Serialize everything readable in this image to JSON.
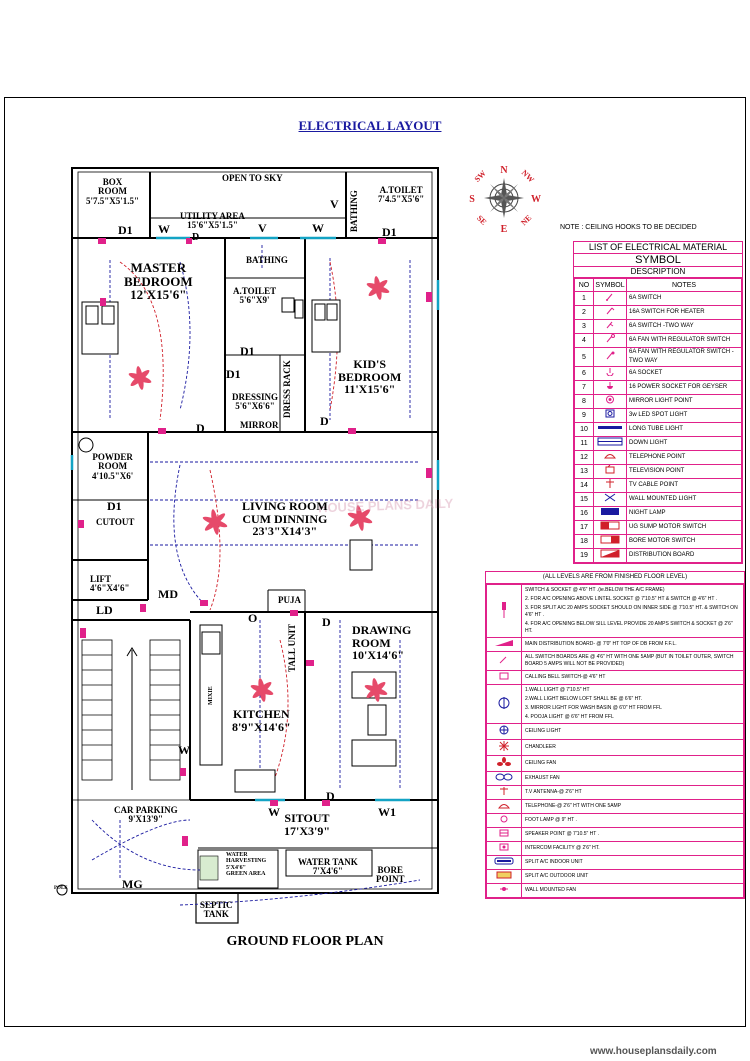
{
  "title": "ELECTRICAL LAYOUT",
  "footer_title": "GROUND FLOOR PLAN",
  "ceiling_note": "NOTE : CEILING HOOKS TO BE DECIDED",
  "compass": {
    "n": "N",
    "s": "S",
    "e": "E",
    "w": "W",
    "ne": "NE",
    "nw": "NW",
    "se": "SE",
    "sw": "SW"
  },
  "rooms": {
    "box_room": "BOX\nROOM\n5'7.5\"X5'1.5\"",
    "open_to_sky": "OPEN TO SKY",
    "utility_area": "UTILITY AREA\n15'6\"X5'1.5\"",
    "a_toilet_top": "A.TOILET\n7'4.5\"X5'6\"",
    "bathing_top": "BATHING",
    "bathing_mid": "BATHING",
    "master_bedroom": "MASTER\nBEDROOM\n12'X15'6\"",
    "a_toilet_mid": "A.TOILET\n5'6\"X9'",
    "kids_bedroom": "KID'S\nBEDROOM\n11'X15'6\"",
    "dressing": "DRESSING\n5'6\"X6'6\"",
    "dress_rack": "DRESS RACK",
    "mirror": "MIRROR",
    "powder_room": "POWDER\nROOM\n4'10.5\"X6'",
    "cutout": "CUTOUT",
    "living_room": "LIVING ROOM\nCUM DINNING\n23'3\"X14'3\"",
    "lift": "LIFT\n4'6\"X4'6\"",
    "puja": "PUJA",
    "drawing_room": "DRAWING\nROOM\n10'X14'6\"",
    "tall_unit": "TALL UNIT",
    "kitchen": "KITCHEN\n8'9\"X14'6\"",
    "mixie": "MIXIE",
    "car_parking": "CAR PARKING\n9'X13'9\"",
    "sitout": "SITOUT\n17'X3'9\"",
    "water_harvesting": "WATER\nHARVESTING\n5'X4'6\"\nGREEN AREA",
    "water_tank": "WATER TANK\n7'X4'6\"",
    "bore_point": "BORE\nPOINT",
    "septic_tank": "SEPTIC\nTANK",
    "main_gate_pole": "POLE"
  },
  "door_labels": {
    "d1_box": "D1",
    "w_util": "W",
    "d_util": "D",
    "v_util": "V",
    "w_util2": "W",
    "v_bath": "V",
    "d1_toilet": "D1",
    "d1_atoilet": "D1",
    "d1_dress": "D1",
    "d_master": "D",
    "d_kids": "D",
    "d_mirror": "D",
    "d1_powder": "D1",
    "md": "MD",
    "ld": "LD",
    "o": "O",
    "d_drawing": "D",
    "w_kitchen": "W",
    "d_sitout": "D",
    "w_sitout": "W",
    "w1_sitout": "W1",
    "mg": "MG"
  },
  "material_table": {
    "heading": "LIST OF ELECTRICAL MATERIAL",
    "symbol_heading": "SYMBOL",
    "description_heading": "DESCRIPTION",
    "col_no": "NO",
    "col_symbol": "SYMBOL",
    "col_notes": "NOTES",
    "rows": [
      {
        "no": "1",
        "note": "6A SWITCH"
      },
      {
        "no": "2",
        "note": "16A SWITCH FOR HEATER"
      },
      {
        "no": "3",
        "note": "6A SWITCH -TWO WAY"
      },
      {
        "no": "4",
        "note": "6A FAN WITH REGULATOR SWITCH"
      },
      {
        "no": "5",
        "note": "6A FAN WITH REGULATOR SWITCH - TWO WAY"
      },
      {
        "no": "6",
        "note": "6A SOCKET"
      },
      {
        "no": "7",
        "note": "16 POWER SOCKET FOR GEYSER"
      },
      {
        "no": "8",
        "note": "MIRROR LIGHT POINT"
      },
      {
        "no": "9",
        "note": "3w LED SPOT LIGHT"
      },
      {
        "no": "10",
        "note": "LONG TUBE LIGHT"
      },
      {
        "no": "11",
        "note": "DOWN LIGHT"
      },
      {
        "no": "12",
        "note": "TELEPHONE POINT"
      },
      {
        "no": "13",
        "note": "TELEVISION POINT"
      },
      {
        "no": "14",
        "note": "TV CABLE POINT"
      },
      {
        "no": "15",
        "note": "WALL MOUNTED LIGHT"
      },
      {
        "no": "16",
        "note": "NIGHT LAMP"
      },
      {
        "no": "17",
        "note": "UG SUMP MOTOR SWITCH"
      },
      {
        "no": "18",
        "note": "BORE MOTOR SWITCH"
      },
      {
        "no": "19",
        "note": "DISTRIBUTION BOARD"
      }
    ]
  },
  "levels_table": {
    "heading": "(ALL LEVELS ARE FROM FINISHED FLOOR LEVEL)",
    "rows": [
      {
        "lines": [
          "SWITCH & SOCKET @ 4'6\" HT .(ie.BELOW THE A/C FRAME)",
          "2. FOR A/C OPENING ABOVE LINTEL SOCKET @ 7'10.5\" HT & SWITCH @ 4'6\" HT .",
          "3. FOR SPLIT A/C 20 AMPS SOCKET SHOULD ON INNER SIDE @ 7'10.5\" HT. & SWITCH ON 4'6\" HT .",
          "4. FOR A/C OPENING BELOW SILL LEVEL PROVIDE 20 AMPS SWITCH & SOCKET @ 2'6\" HT."
        ]
      },
      {
        "lines": [
          "MAIN DISTRIBUTION BOARD- @ 7'0\" HT TOP OF DB FROM F.F.L."
        ]
      },
      {
        "lines": [
          "ALL SWITCH BOARDS ARE @ 4'6\" HT WITH ONE 5AMP (BUT IN TOILET OUTER, SWITCH BOARD 5 AMPS WILL NOT BE PROVIDED)"
        ]
      },
      {
        "lines": [
          "CALLING BELL SWITCH-@ 4'6\" HT"
        ]
      },
      {
        "lines": [
          "1.WALL LIGHT @ 7'10.5\" HT",
          "2.WALL LIGHT BELOW LOFT SHALL BE @ 6'6\" HT.",
          "3. MIRROR LIGHT FOR WASH BASIN @ 6'0\" HT FROM FFL",
          "4. POOJA LIGHT @ 6'6\" HT FROM FFL"
        ]
      },
      {
        "lines": [
          "CEILING LIGHT"
        ]
      },
      {
        "lines": [
          "CHANDLEER"
        ]
      },
      {
        "lines": [
          "CEILING FAN"
        ]
      },
      {
        "lines": [
          "EXHAUST FAN"
        ]
      },
      {
        "lines": [
          "T.V ANTENNA-@ 2'6\" HT"
        ]
      },
      {
        "lines": [
          "TELEPHONE-@ 2'6\" HT WITH ONE 5AMP"
        ]
      },
      {
        "lines": [
          "FOOT LAMP @ 9\" HT ."
        ]
      },
      {
        "lines": [
          "SPEAKER POINT @ 7'10.5\" HT ."
        ]
      },
      {
        "lines": [
          "INTERCOM FACILITY @ 2'6\" HT."
        ]
      },
      {
        "lines": [
          "SPLIT A/C INDOOR UNIT"
        ]
      },
      {
        "lines": [
          "SPLIT A/C OUTDOOR UNIT"
        ]
      },
      {
        "lines": [
          "WALL MOUNTED FAN"
        ]
      }
    ]
  },
  "watermark": "HOUSE PLANS DAILY",
  "website": "www.houseplansdaily.com",
  "colors": {
    "wall": "#000000",
    "wire": "#1a1aa0",
    "accent": "#e0218a",
    "fan": "#e64a6a",
    "green": "#00a000"
  }
}
